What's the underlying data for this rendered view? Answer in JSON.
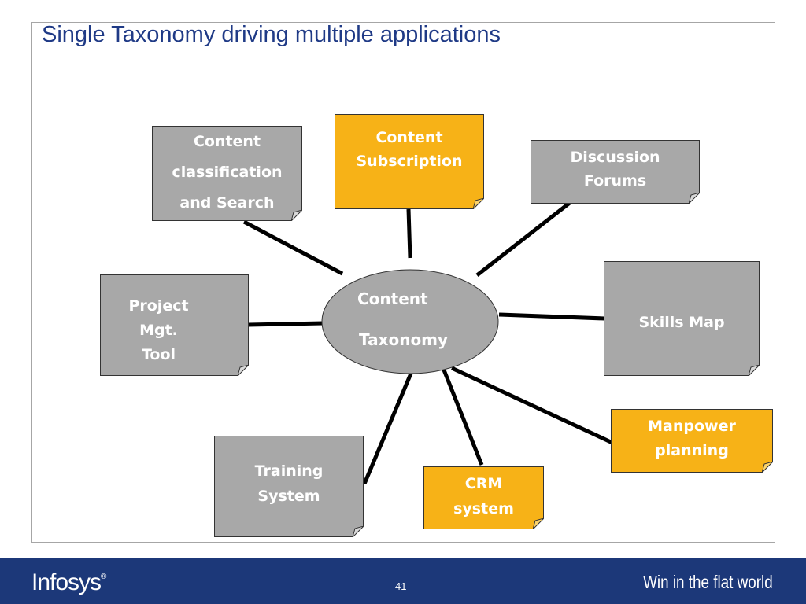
{
  "slide": {
    "title": "Single Taxonomy driving multiple applications",
    "page_number": "41"
  },
  "hub": {
    "line1": "Content",
    "line2": "Taxonomy",
    "color": "#a8a8a8"
  },
  "nodes": [
    {
      "id": "content-classification",
      "label": "Content\nclassification\nand Search",
      "style": "gray"
    },
    {
      "id": "content-subscription",
      "label": "Content\nSubscription",
      "style": "gold"
    },
    {
      "id": "discussion-forums",
      "label": "Discussion\nForums",
      "style": "gray"
    },
    {
      "id": "project-mgt-tool",
      "label": "Project\nMgt.\nTool",
      "style": "gray"
    },
    {
      "id": "skills-map",
      "label": "Skills Map",
      "style": "gray"
    },
    {
      "id": "manpower-planning",
      "label": "Manpower\nplanning",
      "style": "gold"
    },
    {
      "id": "crm-system",
      "label": "CRM\nsystem",
      "style": "gold"
    },
    {
      "id": "training-system",
      "label": "Training\nSystem",
      "style": "gray"
    }
  ],
  "footer": {
    "logo_text": "Infosys",
    "logo_mark": "®",
    "tagline": "Win in the flat world"
  },
  "colors": {
    "title": "#1f3a86",
    "gold": "#f7b217",
    "gray": "#a8a8a8",
    "footer": "#1c3879"
  }
}
